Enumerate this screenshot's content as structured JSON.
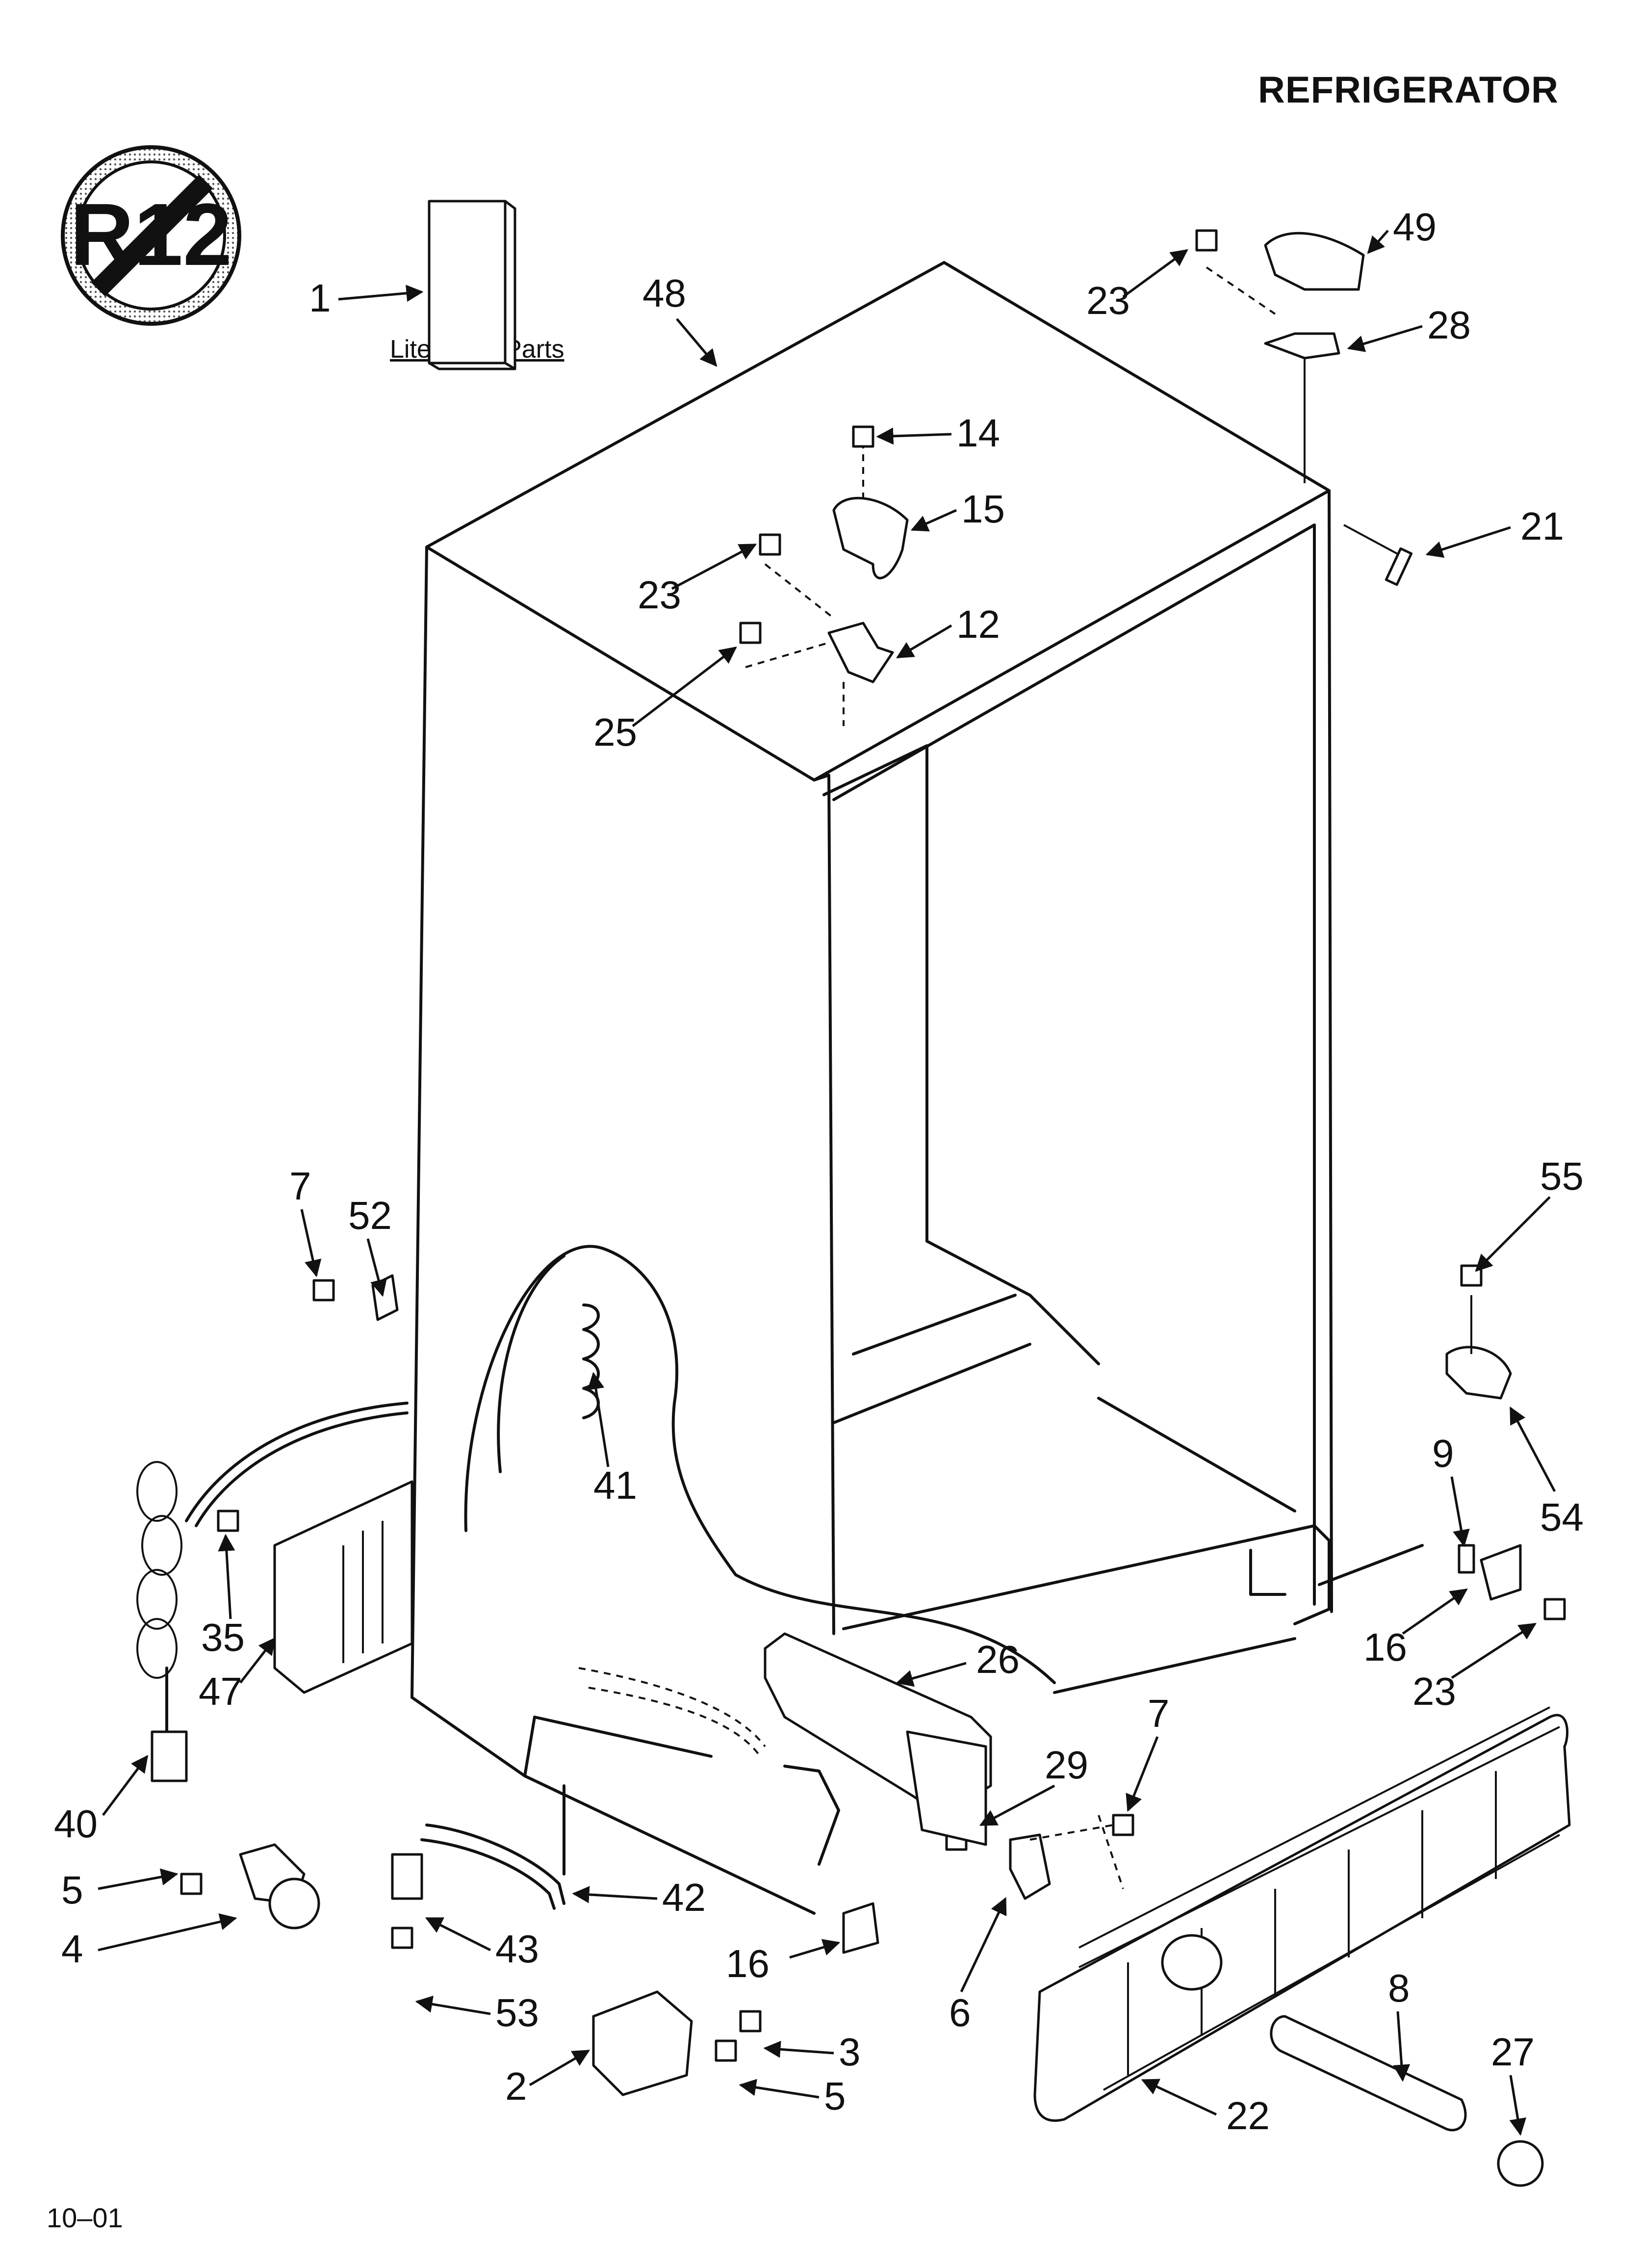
{
  "header": {
    "title": "REFRIGERATOR"
  },
  "footer": {
    "code": "10–01"
  },
  "literature": {
    "label": "Literature Parts"
  },
  "badge": {
    "text": "R12",
    "icon": "no-r12-icon"
  },
  "callouts": [
    "1",
    "48",
    "23",
    "49",
    "28",
    "14",
    "15",
    "21",
    "23",
    "12",
    "25",
    "7",
    "52",
    "55",
    "41",
    "9",
    "54",
    "35",
    "47",
    "16",
    "26",
    "23",
    "40",
    "7",
    "29",
    "5",
    "42",
    "4",
    "43",
    "16",
    "6",
    "8",
    "53",
    "3",
    "2",
    "5",
    "27",
    "22"
  ]
}
